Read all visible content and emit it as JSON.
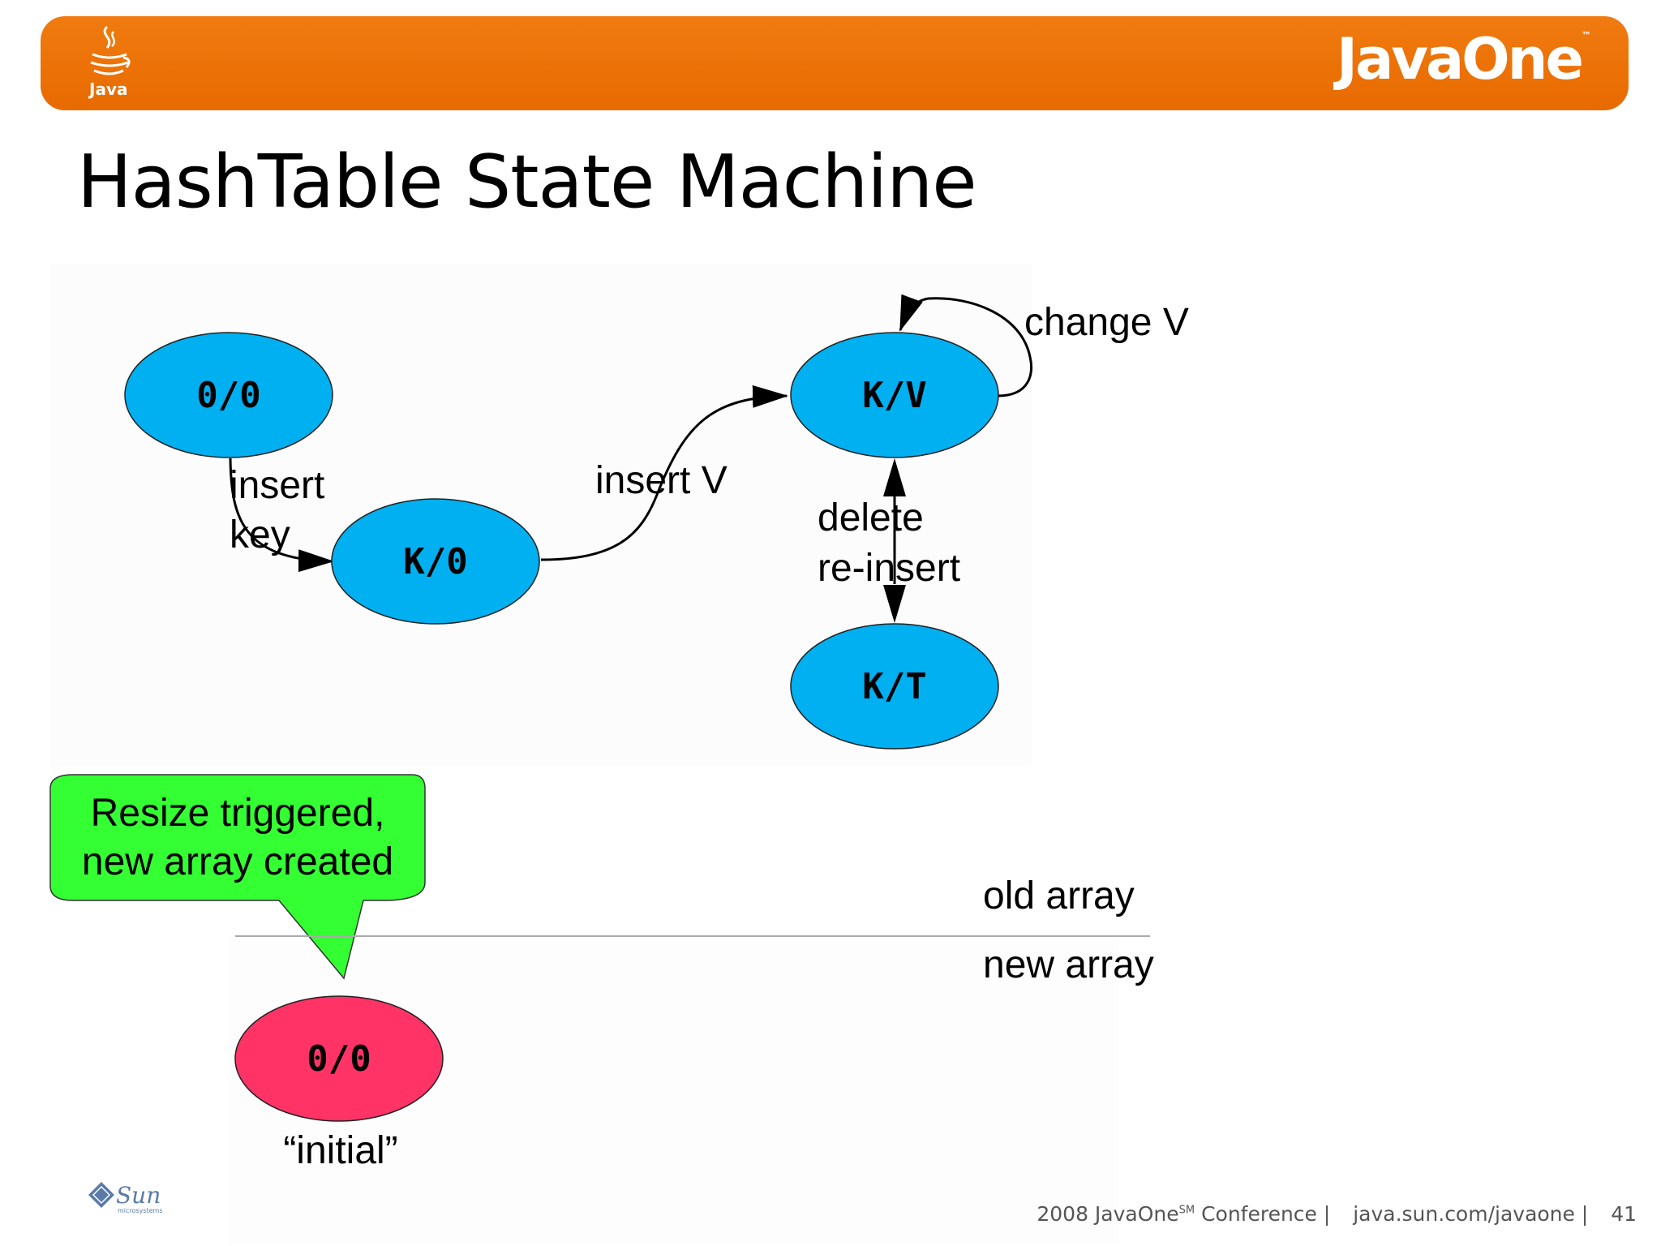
{
  "header": {
    "java_logo_text": "Java",
    "brand_prefix": "JavaOne",
    "brand_tm": "™",
    "accent_color": "#e86a00"
  },
  "title": "HashTable State Machine",
  "diagram": {
    "nodes": {
      "empty_old": {
        "label": "0/0",
        "color": "#00b0f0"
      },
      "key_only": {
        "label": "K/0",
        "color": "#00b0f0"
      },
      "key_value": {
        "label": "K/V",
        "color": "#00b0f0"
      },
      "tombstone": {
        "label": "K/T",
        "color": "#00b0f0"
      },
      "empty_new": {
        "label": "0/0",
        "color": "#ff3366"
      }
    },
    "edges": {
      "insert_key_line1": "insert",
      "insert_key_line2": "key",
      "insert_value": "insert V",
      "change_value": "change V",
      "delete_line1": "delete",
      "delete_line2": "re-insert"
    },
    "callout": {
      "line1": "Resize triggered,",
      "line2": "new array created",
      "color": "#33ff33"
    },
    "divider": {
      "old_label": "old array",
      "new_label": "new array"
    },
    "initial_label": "“initial”"
  },
  "footer": {
    "sun_logo_text": "Sun",
    "sun_logo_subtext": "microsystems",
    "year_conf": "2008 JavaOne",
    "sm_mark": "SM",
    "conference": "Conference |",
    "url": "java.sun.com/javaone |",
    "page_number": "41"
  }
}
